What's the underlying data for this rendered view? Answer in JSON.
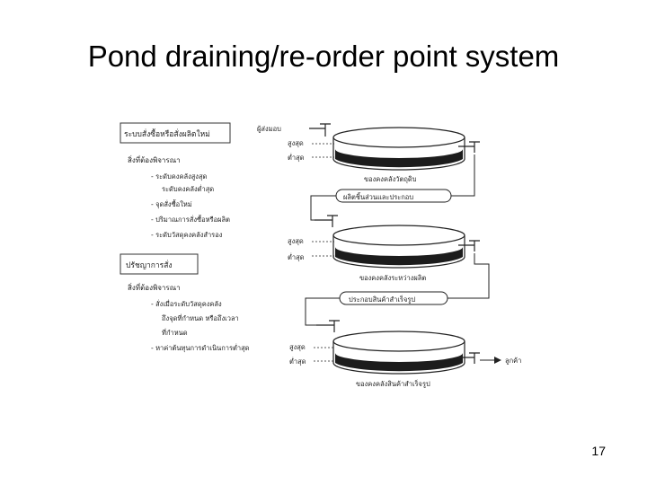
{
  "slide": {
    "title": "Pond draining/re-order point system",
    "page_number": "17"
  },
  "figure": {
    "left_panel": {
      "box1_title": "ระบบสั่งซื้อหรือสั่งผลิตใหม่",
      "section1_heading": "สิ่งที่ต้องพิจารณา",
      "section1_items": [
        "- ระดับคงคลังสูงสุด",
        "ระดับคงคลังต่ำสุด",
        "- จุดสั่งซื้อใหม่",
        "- ปริมาณการสั่งซื้อหรือผลิต",
        "- ระดับวัสดุคงคลังสำรอง"
      ],
      "box2_title": "ปรัชญาการสั่ง",
      "section2_heading": "สิ่งที่ต้องพิจารณา",
      "section2_items": [
        "- สั่งเมื่อระดับวัสดุคงคลัง",
        "ถึงจุดที่กำหนด หรือถึงเวลา",
        "ที่กำหนด",
        "- หาค่าต้นทุนการดำเนินการต่ำสุด"
      ]
    },
    "right_panel": {
      "supplier_label": "ผู้ส่งมอบ",
      "high_label": "สูงสุด",
      "low_label": "ต่ำสุด",
      "raw_material_caption": "ของคงคลังวัตถุดิบ",
      "wip_process_label": "ผลิตชิ้นส่วนและประกอบ",
      "wip_caption": "ของคงคลังระหว่างผลิต",
      "assembly_label": "ประกอบสินค้าสำเร็จรูป",
      "finished_caption": "ของคงคลังสินค้าสำเร็จรูป",
      "customer_label": "ลูกค้า"
    }
  }
}
